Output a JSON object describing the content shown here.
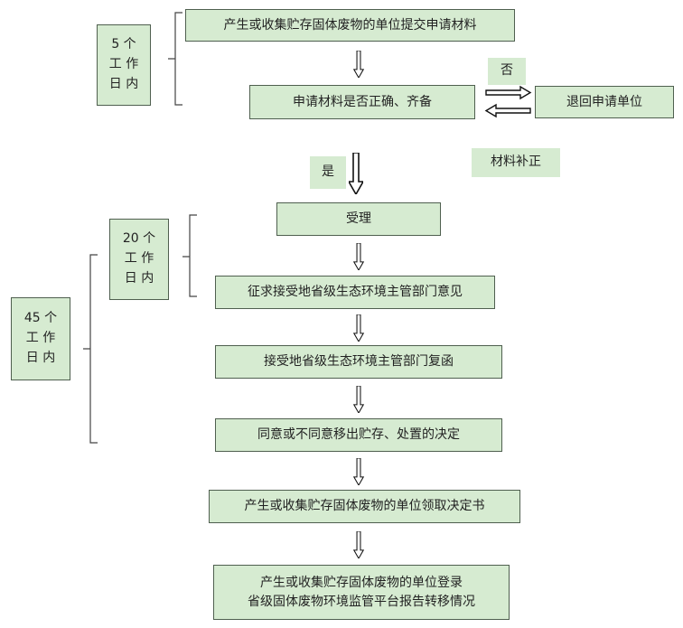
{
  "steps": {
    "s1": "产生或收集贮存固体废物的单位提交申请材料",
    "s2": "申请材料是否正确、齐备",
    "s3": "受理",
    "s4": "征求接受地省级生态环境主管部门意见",
    "s5": "接受地省级生态环境主管部门复函",
    "s6": "同意或不同意移出贮存、处置的决定",
    "s7": "产生或收集贮存固体废物的单位领取决定书",
    "s8_line1": "产生或收集贮存固体废物的单位登录",
    "s8_line2": "省级固体废物环境监管平台报告转移情况"
  },
  "side": {
    "reject": "退回申请单位"
  },
  "labels": {
    "no": "否",
    "yes": "是",
    "supplement": "材料补正"
  },
  "time_limits": {
    "t5": {
      "l1": "5 个",
      "l2": "工 作",
      "l3": "日 内"
    },
    "t20": {
      "l1": "20 个",
      "l2": "工 作",
      "l3": "日 内"
    },
    "t45": {
      "l1": "45 个",
      "l2": "工 作",
      "l3": "日 内"
    }
  },
  "colors": {
    "box_fill": "#d6ebd1",
    "border": "#4f5f4f"
  }
}
